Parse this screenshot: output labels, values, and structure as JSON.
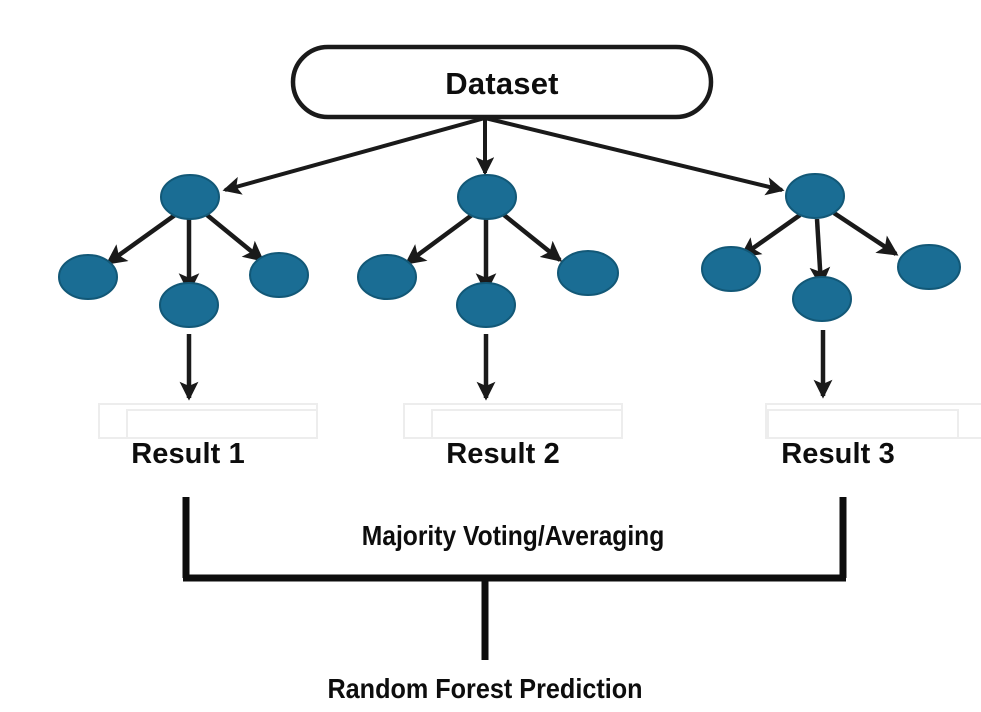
{
  "diagram": {
    "title_node": {
      "label": "Dataset",
      "shape": "stadium",
      "stroke_color": "#1a1a1a",
      "fill_color": "#ffffff"
    },
    "node_style": {
      "fill_color": "#1a6d94",
      "stroke_color": "#125877",
      "shape": "ellipse"
    },
    "arrow_color": "#1a1a1a",
    "trees": [
      {
        "name": "decision-tree-1",
        "root_label": "",
        "children": [
          "",
          "",
          ""
        ],
        "result": "Result 1"
      },
      {
        "name": "decision-tree-2",
        "root_label": "",
        "children": [
          "",
          "",
          ""
        ],
        "result": "Result 2"
      },
      {
        "name": "decision-tree-3",
        "root_label": "",
        "children": [
          "",
          "",
          ""
        ],
        "result": "Result 3"
      }
    ],
    "results": [
      "Result 1",
      "Result 2",
      "Result 3"
    ],
    "aggregation": {
      "label": "Majority Voting/Averaging"
    },
    "output": {
      "label": "Random Forest Prediction"
    }
  }
}
